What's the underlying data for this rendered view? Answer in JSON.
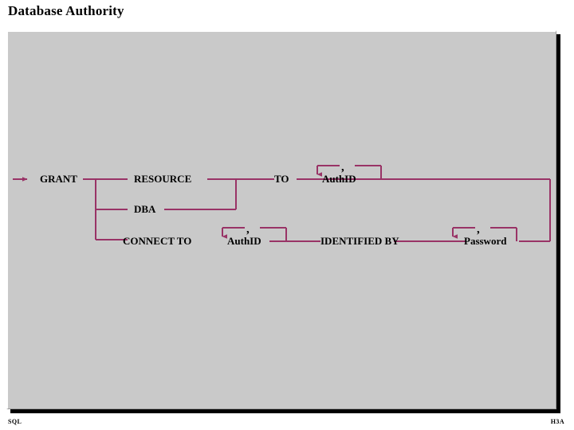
{
  "slide": {
    "title": "Database Authority",
    "background_color": "#ffffff",
    "panel_color": "#c9c9c9",
    "line_color": "#993366",
    "text_color": "#000000"
  },
  "footer": {
    "left": "SQL",
    "right": "H3A"
  },
  "diagram": {
    "type": "railroad-syntax-diagram",
    "title": "GRANT statement syntax",
    "nodes": [
      {
        "id": "entry-arrow",
        "icon": "right-arrow-icon"
      },
      {
        "id": "grant",
        "label": "GRANT"
      },
      {
        "id": "resource",
        "label": "RESOURCE"
      },
      {
        "id": "dba",
        "label": "DBA"
      },
      {
        "id": "connect-to",
        "label": "CONNECT TO"
      },
      {
        "id": "to",
        "label": "TO"
      },
      {
        "id": "authid-top",
        "label": "AuthID"
      },
      {
        "id": "authid-bottom",
        "label": "AuthID"
      },
      {
        "id": "identified-by",
        "label": "IDENTIFIED BY"
      },
      {
        "id": "password",
        "label": "Password"
      }
    ],
    "repeat_separators": [
      {
        "id": "comma-authid-top",
        "label": ","
      },
      {
        "id": "comma-authid-bottom",
        "label": ","
      },
      {
        "id": "comma-password",
        "label": ","
      }
    ]
  }
}
